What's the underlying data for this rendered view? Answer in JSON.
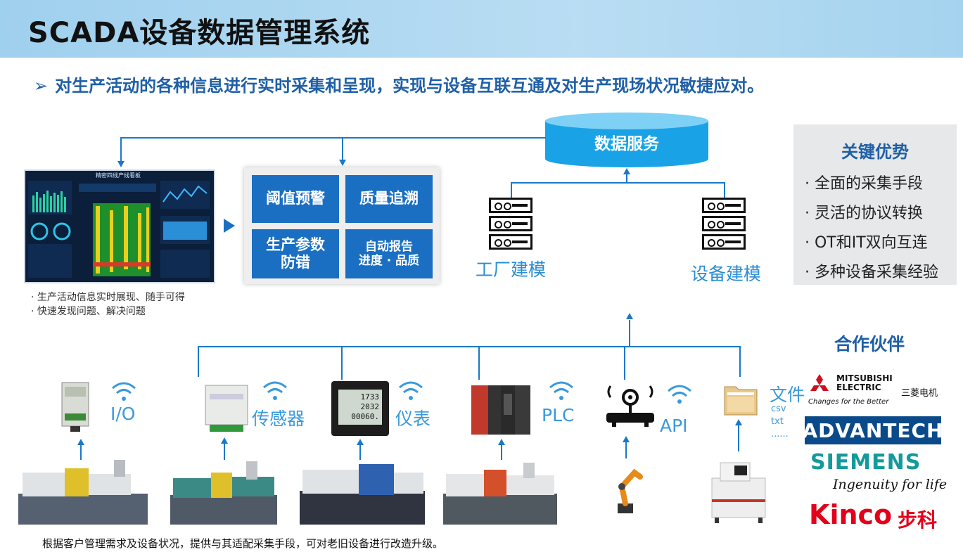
{
  "title": "SCADA设备数据管理系统",
  "subtitle": "对生产活动的各种信息进行实时采集和呈现，实现与设备互联互通及对生产现场状况敏捷应对。",
  "data_service": "数据服务",
  "models": [
    "工厂建模",
    "设备建模"
  ],
  "dashboard": {
    "title": "精密四线产线看板",
    "bullets": [
      "· 生产活动信息实时展现、随手可得",
      "· 快速发现问题、解决问题"
    ]
  },
  "feature_boxes": [
    "阈值预警",
    "质量追溯",
    "生产参数\n防错",
    "自动报告\n进度 · 品质"
  ],
  "advantages": {
    "title": "关键优势",
    "items": [
      "· 全面的采集手段",
      "· 灵活的协议转换",
      "· OT和IT双向互连",
      "· 多种设备采集经验"
    ]
  },
  "partners": {
    "title": "合作伙伴",
    "mitsubishi_line1": "MITSUBISHI",
    "mitsubishi_line2": "ELECTRIC",
    "mitsubishi_tagline": "Changes for the Better",
    "mitsubishi_cn": "三菱电机",
    "advantech": "ADVANTECH",
    "siemens": "SIEMENS",
    "siemens_tagline": "Ingenuity for life",
    "kinco": "Kinco",
    "kinco_cn": "步科"
  },
  "devices": [
    "I/O",
    "传感器",
    "仪表",
    "PLC",
    "API",
    "文件"
  ],
  "file_types": [
    "csv",
    "txt",
    "......"
  ],
  "meter_readings": [
    "1733",
    "2032",
    "00060."
  ],
  "footer": "根据客户管理需求及设备状况，提供与其适配采集手段，可对老旧设备进行改造升级。",
  "colors": {
    "accent": "#1a6fc3",
    "line": "#1b78c8",
    "label": "#3a99dc",
    "banner": "#a5d3ef"
  }
}
